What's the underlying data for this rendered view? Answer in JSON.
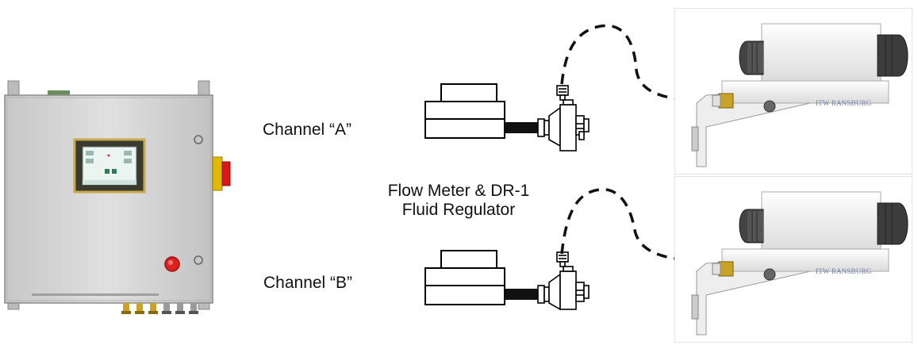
{
  "labels": {
    "channel_a": "Channel “A”",
    "channel_b": "Channel “B”",
    "flow_meter_line1": "Flow Meter & DR-1",
    "flow_meter_line2": "Fluid Regulator"
  },
  "gun_brand": "ITW RANSBURG",
  "colors": {
    "cabinet": "#d4d4d4",
    "screen_bezel": "#c8a84a",
    "estop": "#d81818",
    "power_button": "#e02020",
    "brass": "#c9a227",
    "hose": "#111111"
  }
}
